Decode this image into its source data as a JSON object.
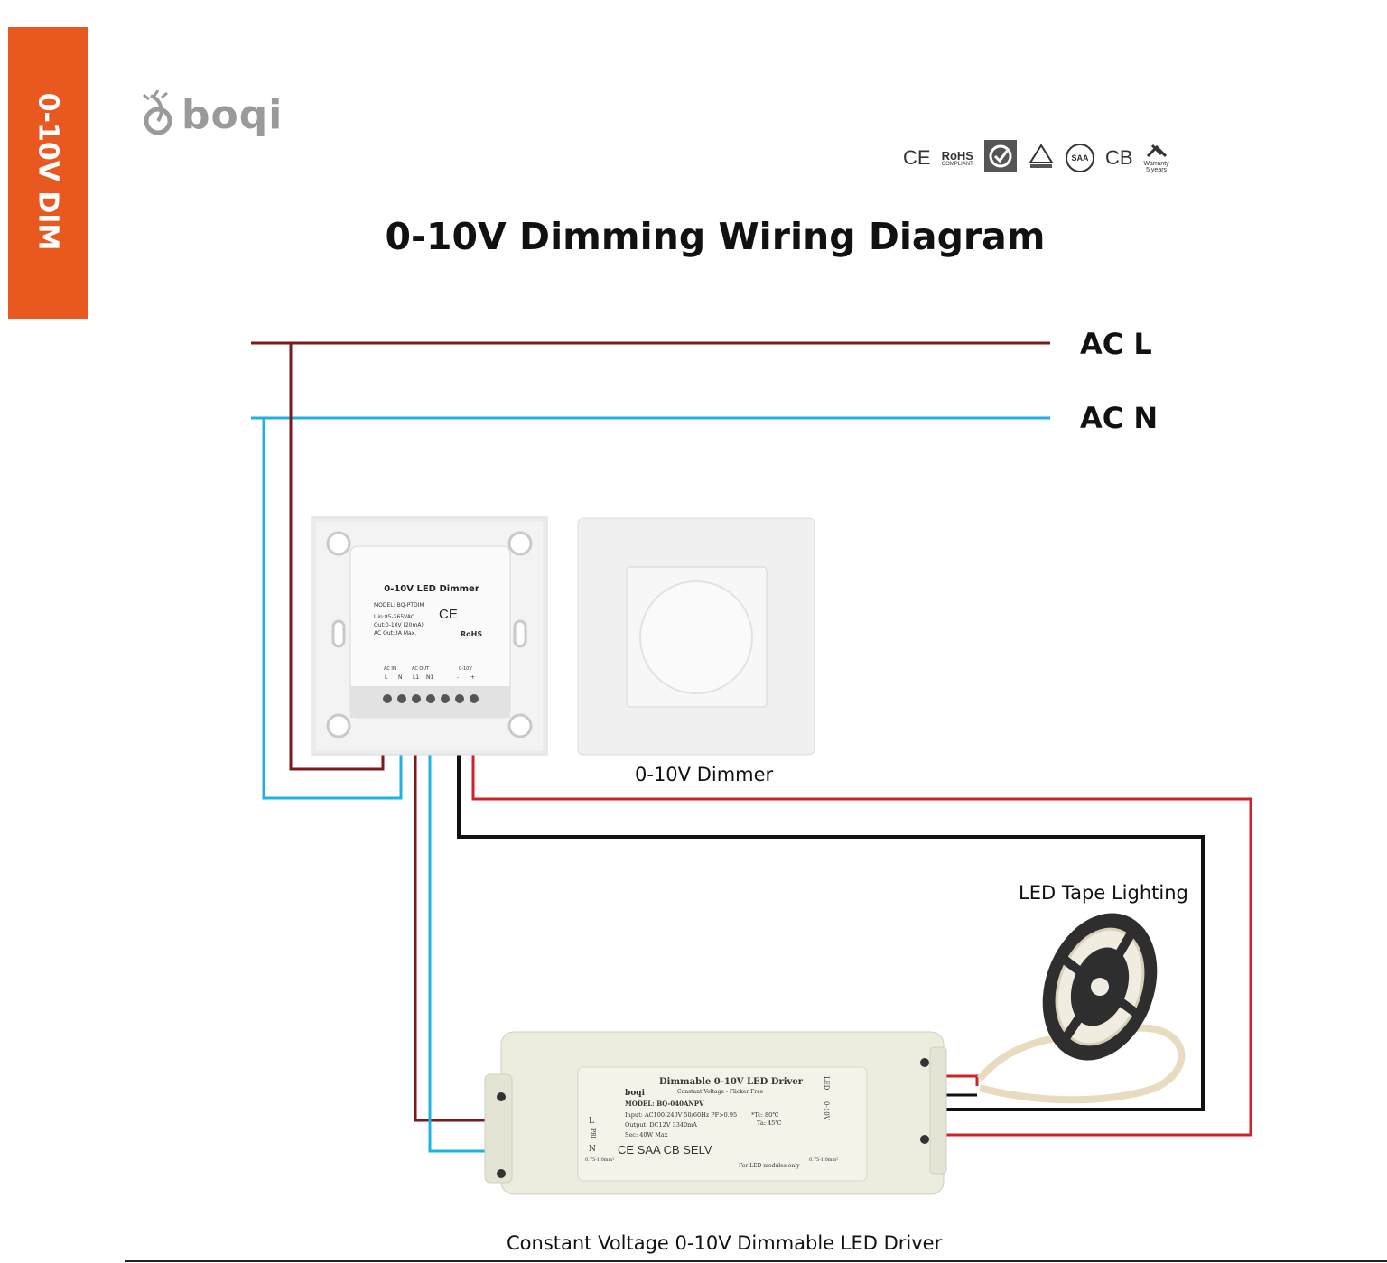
{
  "side_tab": {
    "label": "0-10V DIM",
    "color": "#e8581f"
  },
  "logo": {
    "text": "boqi"
  },
  "certifications": [
    {
      "icon": "ce-mark-icon",
      "text": "CE"
    },
    {
      "icon": "rohs-icon",
      "text": "RoHS",
      "sub": "COMPLIANT"
    },
    {
      "icon": "rcm-check-icon"
    },
    {
      "icon": "tuv-triangle-icon"
    },
    {
      "icon": "saa-icon",
      "text": "SAA"
    },
    {
      "icon": "cb-mark-icon",
      "text": "CB"
    },
    {
      "icon": "warranty-icon",
      "text": "Warranty",
      "sub": "5 years"
    }
  ],
  "title": "0-10V Dimming Wiring Diagram",
  "lines": {
    "ac_l": "AC L",
    "ac_n": "AC N"
  },
  "colors": {
    "live": "#7a1a1a",
    "neutral": "#1fb1e0",
    "positive": "#d0202a",
    "negative": "#111111"
  },
  "dimmer_back": {
    "title": "0-10V LED Dimmer",
    "model": "MODEL: BQ-PTDIM",
    "specs": [
      "Uin:85-265VAC",
      "Out:0-10V (20mA)",
      "AC Out:3A Max."
    ],
    "ce": "CE",
    "rohs": "RoHS",
    "terminal_groups": [
      "AC IN",
      "AC OUT",
      "0-10V"
    ],
    "terminals": [
      "L",
      "N",
      "L1",
      "N1",
      "-",
      "+"
    ]
  },
  "captions": {
    "dimmer": "0-10V Dimmer",
    "tape": "LED Tape Lighting",
    "driver": "Constant Voltage 0-10V Dimmable LED Driver"
  },
  "driver_label": {
    "brand": "boqi",
    "title": "Dimmable 0-10V LED Driver",
    "subtitle": "Constant Voltage - Flicker Free",
    "model": "MODEL: BQ-040ANPV",
    "input": "Input: AC100-240V 50/60Hz PF>0.95",
    "output": "Output: DC12V 3340mA",
    "sec": "Sec: 40W Max",
    "tc": "*Tc: 80℃",
    "ta": "Ta: 45℃",
    "left_terminals": [
      "L",
      "N"
    ],
    "left_terminal_label": "PRI",
    "right_terminal_label": "LED",
    "right_terminal_label2": "0-10V",
    "wire_left": "0.75-1.0mm²",
    "wire_right": "0.75-1.0mm²",
    "marks": "CE SAA CB SELV",
    "footnote": "For LED modules only"
  }
}
